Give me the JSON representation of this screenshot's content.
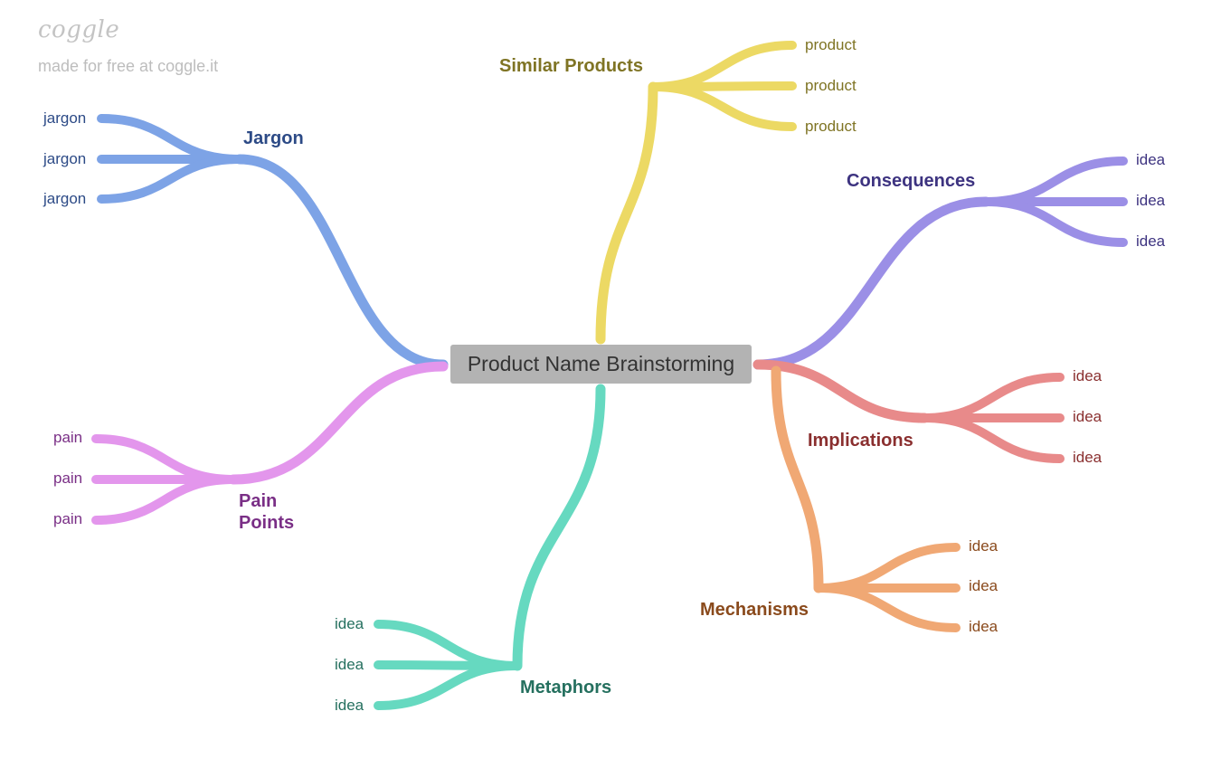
{
  "watermark": {
    "logo": "coggle",
    "text": "made for free at coggle.it"
  },
  "root": {
    "label": "Product Name Brainstorming"
  },
  "branches": [
    {
      "id": "jargon",
      "label": "Jargon",
      "color": "#7da3e6",
      "text_color": "#2c4a86",
      "leaf_color": "#2c4a86",
      "leaves": [
        "jargon",
        "jargon",
        "jargon"
      ]
    },
    {
      "id": "similar",
      "label": "Similar Products",
      "color": "#ecd964",
      "text_color": "#7f7424",
      "leaf_color": "#7f7424",
      "leaves": [
        "product",
        "product",
        "product"
      ]
    },
    {
      "id": "consequences",
      "label": "Consequences",
      "color": "#9b8fe6",
      "text_color": "#3d3380",
      "leaf_color": "#3d3380",
      "leaves": [
        "idea",
        "idea",
        "idea"
      ]
    },
    {
      "id": "implications",
      "label": "Implications",
      "color": "#e88a8a",
      "text_color": "#8a2f2f",
      "leaf_color": "#8a2f2f",
      "leaves": [
        "idea",
        "idea",
        "idea"
      ]
    },
    {
      "id": "mechanisms",
      "label": "Mechanisms",
      "color": "#f0a874",
      "text_color": "#8a4a1c",
      "leaf_color": "#8a4a1c",
      "leaves": [
        "idea",
        "idea",
        "idea"
      ]
    },
    {
      "id": "metaphors",
      "label": "Metaphors",
      "color": "#66d9c0",
      "text_color": "#25705f",
      "leaf_color": "#25705f",
      "leaves": [
        "idea",
        "idea",
        "idea"
      ]
    },
    {
      "id": "painpoints",
      "label": "Pain Points",
      "color": "#e396ec",
      "text_color": "#7a2f86",
      "leaf_color": "#7a2f86",
      "leaves": [
        "pain",
        "pain",
        "pain"
      ]
    }
  ]
}
